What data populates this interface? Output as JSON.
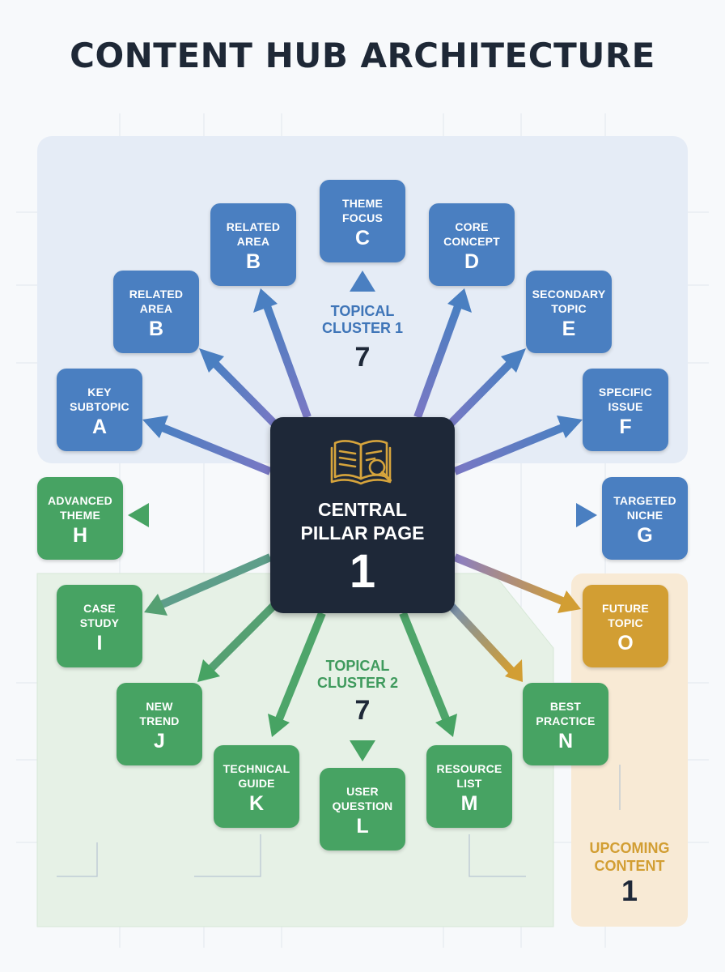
{
  "title": "CONTENT HUB ARCHITECTURE",
  "colors": {
    "cluster1": "#4a7fc1",
    "cluster2": "#47a363",
    "upcoming": "#d29e33",
    "center": "#1e2838"
  },
  "center": {
    "icon": "open-book-magnifier-icon",
    "label_line1": "CENTRAL",
    "label_line2": "PILLAR PAGE",
    "count": "1"
  },
  "clusters": {
    "cluster1": {
      "label_line1": "TOPICAL",
      "label_line2": "CLUSTER 1",
      "count": "7"
    },
    "cluster2": {
      "label_line1": "TOPICAL",
      "label_line2": "CLUSTER 2",
      "count": "7"
    },
    "upcoming": {
      "label_line1": "UPCOMING",
      "label_line2": "CONTENT",
      "count": "1"
    }
  },
  "nodes": {
    "a": {
      "line1": "KEY",
      "line2": "SUBTOPIC",
      "letter": "A"
    },
    "b_lower": {
      "line1": "RELATED",
      "line2": "AREA",
      "letter": "B"
    },
    "b_upper": {
      "line1": "RELATED",
      "line2": "AREA",
      "letter": "B"
    },
    "c": {
      "line1": "THEME",
      "line2": "FOCUS",
      "letter": "C"
    },
    "d": {
      "line1": "CORE",
      "line2": "CONCEPT",
      "letter": "D"
    },
    "e": {
      "line1": "SECONDARY",
      "line2": "TOPIC",
      "letter": "E"
    },
    "f": {
      "line1": "SPECIFIC",
      "line2": "ISSUE",
      "letter": "F"
    },
    "g": {
      "line1": "TARGETED",
      "line2": "NICHE",
      "letter": "G"
    },
    "h": {
      "line1": "ADVANCED",
      "line2": "THEME",
      "letter": "H"
    },
    "i": {
      "line1": "CASE",
      "line2": "STUDY",
      "letter": "I"
    },
    "j": {
      "line1": "NEW",
      "line2": "TREND",
      "letter": "J"
    },
    "k": {
      "line1": "TECHNICAL",
      "line2": "GUIDE",
      "letter": "K"
    },
    "l": {
      "line1": "USER",
      "line2": "QUESTION",
      "letter": "L"
    },
    "m": {
      "line1": "RESOURCE",
      "line2": "LIST",
      "letter": "M"
    },
    "n": {
      "line1": "BEST",
      "line2": "PRACTICE",
      "letter": "N"
    },
    "o": {
      "line1": "FUTURE",
      "line2": "TOPIC",
      "letter": "O"
    }
  }
}
